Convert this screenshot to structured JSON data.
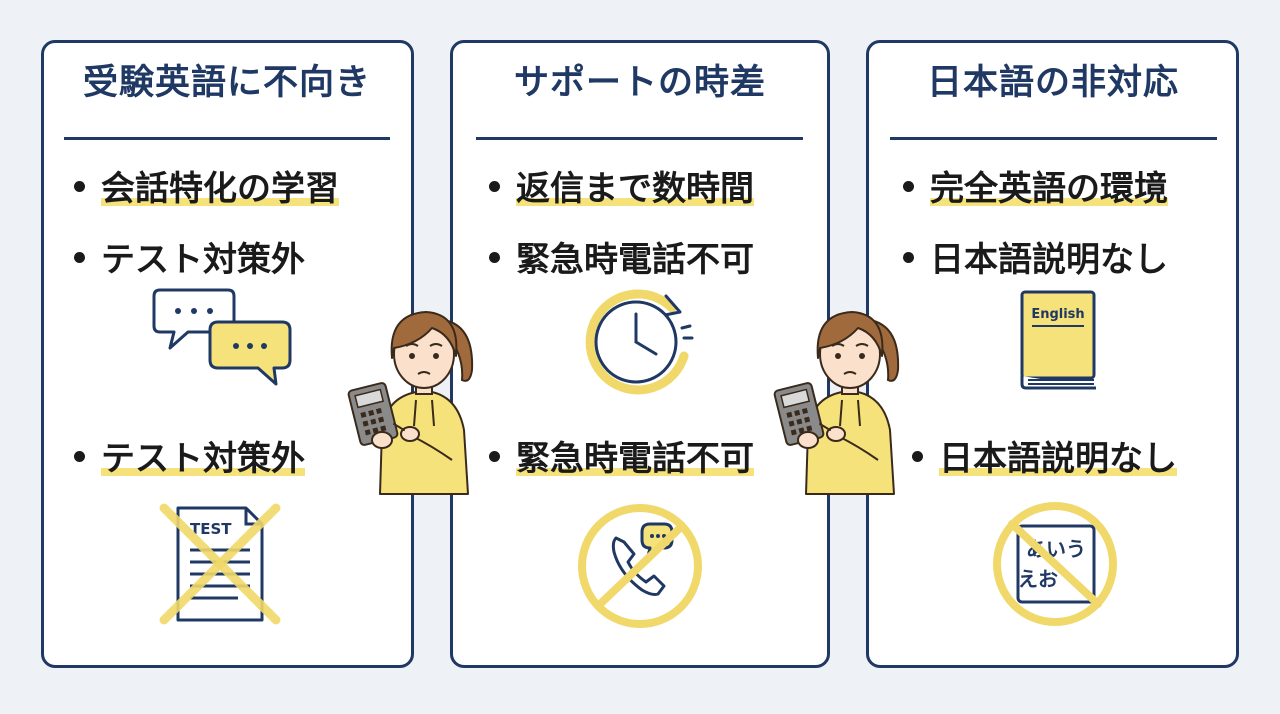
{
  "colors": {
    "navy": "#1f3864",
    "yellow": "#f5e27a",
    "yellow_dark": "#e8d267",
    "background": "#eef1f5"
  },
  "panels": [
    {
      "title": "受験英語に不向き",
      "bullets": [
        "会話特化の学習",
        "テスト対策外",
        "テスト対策外"
      ],
      "icons": [
        "speech-bubbles-icon",
        "test-crossed-icon"
      ],
      "test_label": "TEST"
    },
    {
      "title": "サポートの時差",
      "bullets": [
        "返信まで数時間",
        "緊急時電話不可",
        "緊急時電話不可"
      ],
      "icons": [
        "clock-icon",
        "no-phone-icon"
      ]
    },
    {
      "title": "日本語の非対応",
      "bullets": [
        "完全英語の環境",
        "日本語説明なし",
        "日本語説明なし"
      ],
      "icons": [
        "english-book-icon",
        "no-japanese-icon"
      ],
      "book_label": "English",
      "kana_line1": "あいう",
      "kana_line2": "えお"
    }
  ],
  "characters": [
    "worried-girl-with-calculator",
    "worried-girl-with-calculator"
  ]
}
